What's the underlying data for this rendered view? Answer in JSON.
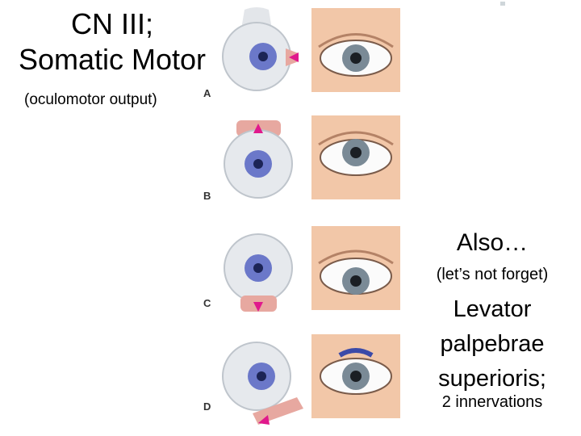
{
  "heading": {
    "line1": "CN III;",
    "line2": "Somatic Motor",
    "subtitle": "(oculomotor output)"
  },
  "panels": [
    {
      "letter": "A",
      "muscle_arrow": "medial"
    },
    {
      "letter": "B",
      "muscle_arrow": "superior"
    },
    {
      "letter": "C",
      "muscle_arrow": "inferior"
    },
    {
      "letter": "D",
      "muscle_arrow": "oblique"
    }
  ],
  "side_text": {
    "also": "Also…",
    "forget": "(let’s not forget)",
    "levator_line1": "Levator",
    "levator_line2": "palpebrae",
    "levator_line3": "superioris;",
    "innervations": "2 innervations"
  },
  "colors": {
    "sclera": "#e6e9ed",
    "iris": "#6b78c9",
    "arrow": "#e0198c",
    "skin": "#f2c7a8",
    "eye_iris": "#7a8a96"
  }
}
